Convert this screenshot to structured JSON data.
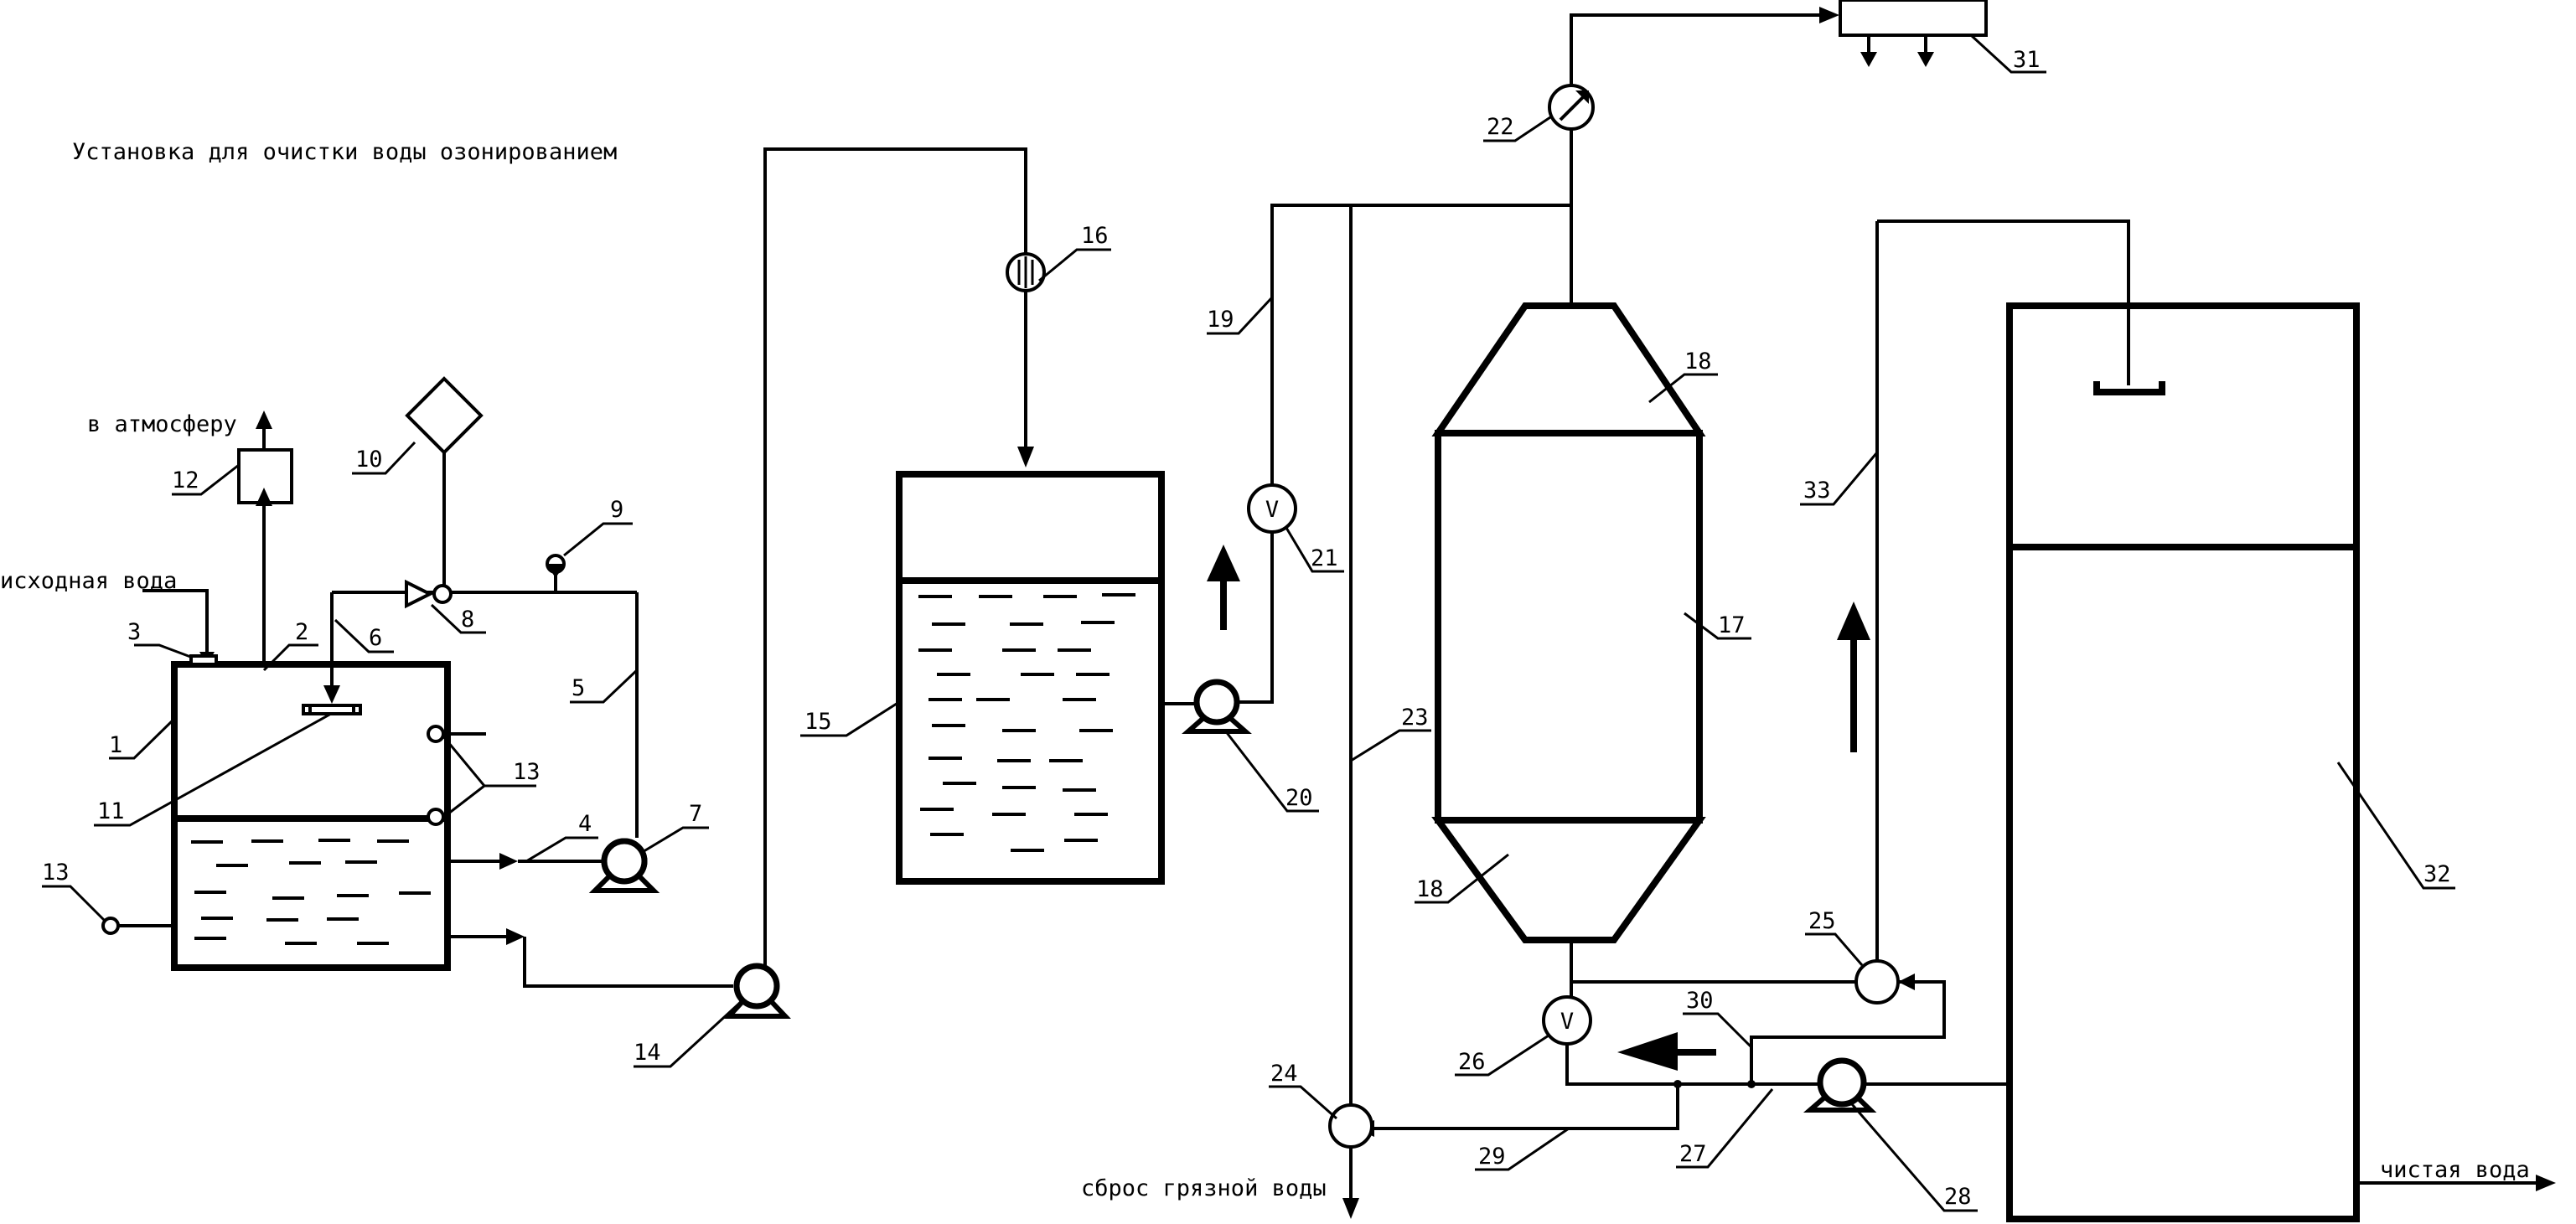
{
  "title": "Установка для очистки воды озонированием",
  "captions": {
    "atmosphere": "в атмосферу",
    "source_water": "исходная вода",
    "dirty_water_discharge": "сброс грязной воды",
    "clean_water": "чистая вода"
  },
  "labels": {
    "n1": "1",
    "n2": "2",
    "n3": "3",
    "n4": "4",
    "n5": "5",
    "n6": "6",
    "n7": "7",
    "n8": "8",
    "n9": "9",
    "n10": "10",
    "n11": "11",
    "n12": "12",
    "n13a": "13",
    "n13b": "13",
    "n14": "14",
    "n15": "15",
    "n16": "16",
    "n17": "17",
    "n18a": "18",
    "n18b": "18",
    "n19": "19",
    "n20": "20",
    "n21": "21",
    "n22": "22",
    "n23": "23",
    "n24": "24",
    "n25": "25",
    "n26": "26",
    "n27": "27",
    "n28": "28",
    "n29": "29",
    "n30": "30",
    "n31": "31",
    "n32": "32",
    "n33": "33"
  },
  "symbols": {
    "valve_letter": "V"
  },
  "icons": {
    "pump": "pump-icon",
    "valve": "valve-icon",
    "pressure_gauge": "pressure-gauge-icon",
    "flowmeter": "flowmeter-icon",
    "distributor": "distributor-icon",
    "flow_direction": "arrow-up-icon"
  },
  "colors": {
    "line": "#000000",
    "background": "#ffffff"
  }
}
